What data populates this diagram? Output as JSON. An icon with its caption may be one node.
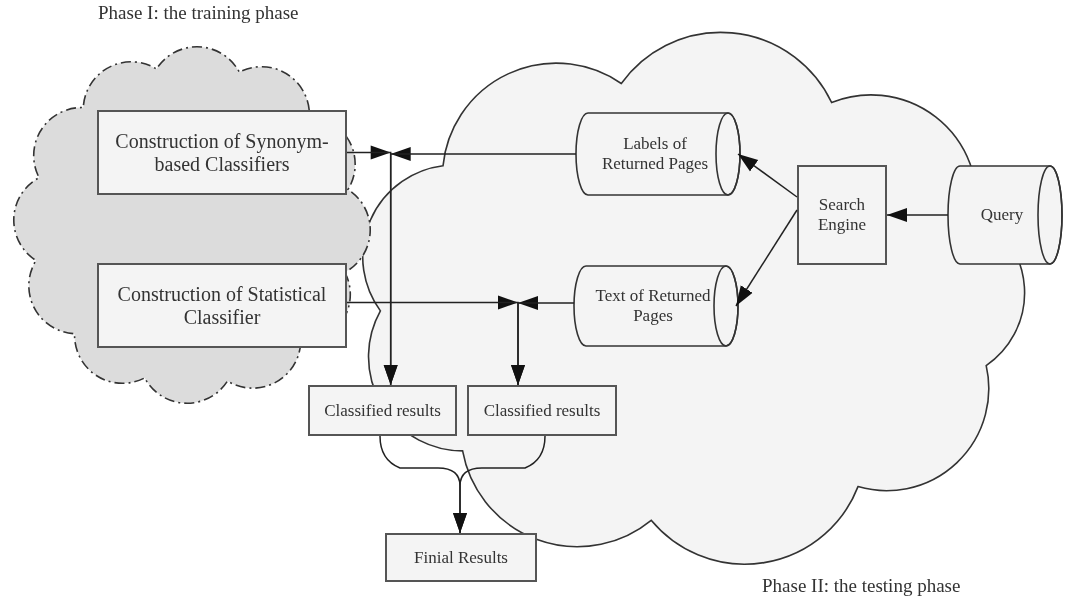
{
  "diagram": {
    "nodes": [
      {
        "text": [
          "Phase I: the training phase"
        ]
      },
      {
        "text": [
          "Phase II: the testing phase"
        ]
      },
      {
        "text": [
          "Construction of Synonym- based Classifiers"
        ],
        "in": 0
      },
      {
        "text": [
          "Construction of Statistical Classifier"
        ],
        "in": 0
      },
      {
        "text": [
          "Labels of Returned Pages"
        ],
        "in": 1
      },
      {
        "text": [
          "Text of Returned Pages"
        ],
        "in": 1
      },
      {
        "text": [
          "Search Engine"
        ],
        "in": 1
      },
      {
        "text": [
          "Query"
        ]
      },
      {
        "text": [
          "Classified results"
        ]
      },
      {
        "text": [
          "Classified results"
        ],
        "in": 1
      },
      {
        "text": [
          "Finial Results"
        ]
      }
    ],
    "edges": [
      {
        "from": 2,
        "to": 8,
        "arrow": "to"
      },
      {
        "from": 4,
        "to": 8,
        "arrow": "to"
      },
      {
        "from": 3,
        "to": 9,
        "arrow": "to"
      },
      {
        "from": 5,
        "to": 9,
        "arrow": "to"
      },
      {
        "from": 6,
        "to": 4,
        "arrow": "to"
      },
      {
        "from": 6,
        "to": 5,
        "arrow": "to"
      },
      {
        "from": 7,
        "to": 6,
        "arrow": "to"
      },
      {
        "from": 8,
        "to": 10,
        "arrow": "to"
      },
      {
        "from": 9,
        "to": 10,
        "arrow": "to"
      }
    ]
  }
}
